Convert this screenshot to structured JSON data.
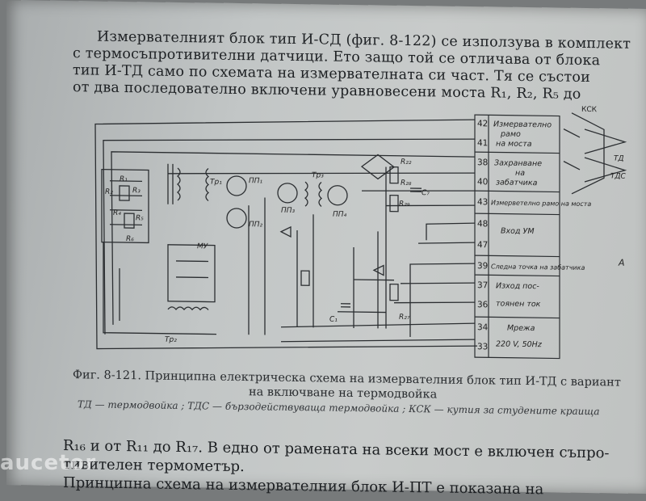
{
  "paragraph_top": {
    "line1": "Измервателният блок тип И-СД (фиг. 8-122) се използува в комплект",
    "line2": "с термосъпротивителни датчици. Ето защо той се  отличава от блока",
    "line3": "тип И-ТД само по схемата на измервателната  си част.  Тя се състои",
    "line4": "от два последователно включени уравновесени моста  R₁, R₂, R₅  до"
  },
  "diagram": {
    "terminal_block": [
      {
        "num": "42",
        "label": "Измервателно"
      },
      {
        "num": "",
        "label": "рамо"
      },
      {
        "num": "41",
        "label": "на моста"
      },
      {
        "num": "38",
        "label": "Захранване"
      },
      {
        "num": "",
        "label": "на"
      },
      {
        "num": "40",
        "label": "забатчика"
      },
      {
        "num": "43",
        "label": "Измерветелно рамо на моста"
      },
      {
        "num": "48",
        "label": "Вход УМ"
      },
      {
        "num": "47",
        "label": ""
      },
      {
        "num": "39",
        "label": "Следна точка на забатчика"
      },
      {
        "num": "37",
        "label": "Изход пос-"
      },
      {
        "num": "36",
        "label": "тоянен ток"
      },
      {
        "num": "34",
        "label": "Мрежа"
      },
      {
        "num": "33",
        "label": "220 V, 50Hz"
      }
    ],
    "ksk_label": "КСК",
    "td_label": "ТД",
    "tds_label": "ТДС",
    "component_labels": {
      "r1": "R₁",
      "r2": "R₂",
      "r3": "R₃",
      "r4": "R₄",
      "r5": "R₅",
      "r6": "R₆",
      "tr1": "Тр₁",
      "tr2": "Тр₂",
      "tr3": "Тр₃",
      "pp1": "ПП₁",
      "pp2": "ПП₂",
      "pp3": "ПП₃",
      "pp4": "ПП₄",
      "r22": "R₂₂",
      "r28": "R₂₈",
      "r29": "R₂₉",
      "r27": "R₂₇",
      "c1": "C₁",
      "c7": "C₇",
      "mu": "МУ"
    },
    "side_mark": "A"
  },
  "caption": {
    "line1": "Фиг. 8-121. Принципна електрическа схема на измервателния блок тип И-ТД с вариант",
    "line2": "на включване на термодвойка"
  },
  "legend": "ТД — термодвойка ; ТДС — бързодействуваща термодвойка ; КСК — кутия за студените краища",
  "paragraph_bottom": {
    "line1": "R₁₆ и от R₁₁ до R₁₇. В едно от рамената на всеки мост е включен съпро-",
    "line2": "тивителен термометър.",
    "line3": "Принципна схема на измервателния блок И-ПТ е показана на"
  },
  "watermark": "auсеtоr"
}
